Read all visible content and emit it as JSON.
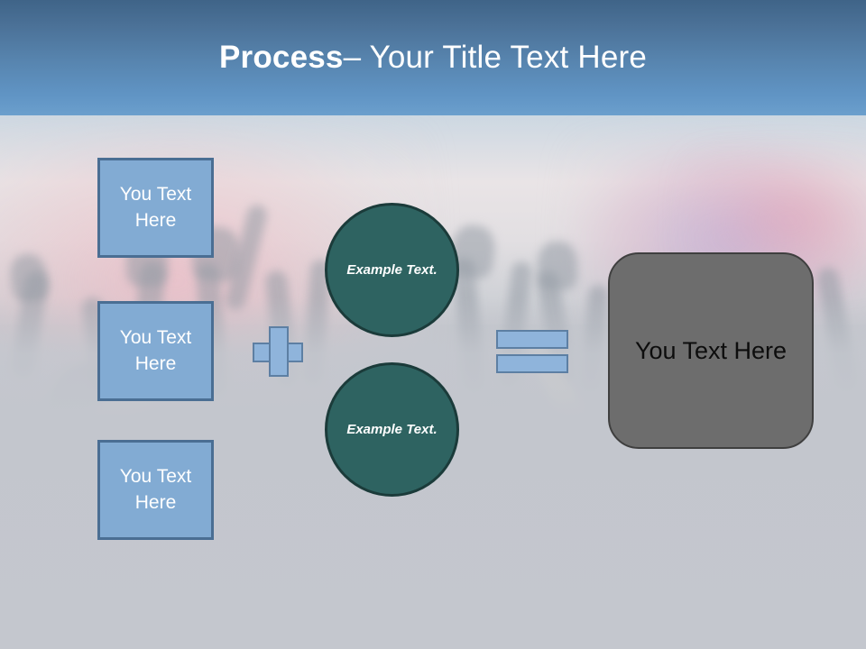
{
  "slide": {
    "title_strong": "Process ",
    "title_rest": "– Your Title Text Here"
  },
  "inputs": [
    {
      "label": "You Text Here"
    },
    {
      "label": "You Text Here"
    },
    {
      "label": "You Text Here"
    }
  ],
  "operators": {
    "plus": "+",
    "equals": "="
  },
  "circles": [
    {
      "label": "Example Text."
    },
    {
      "label": "Example Text."
    }
  ],
  "result": {
    "label": "You Text Here"
  },
  "colors": {
    "title_band_top": "#3f6488",
    "title_band_bottom": "#6b9fcd",
    "input_fill": "#82abd3",
    "input_border": "#4a6e93",
    "operator_fill": "#8fb4db",
    "operator_border": "#5d7fa3",
    "circle_fill": "#2e6361",
    "circle_border": "#1b3b3a",
    "result_fill": "#6d6d6d",
    "result_border": "#3f3f3f",
    "background_grey": "#c3c6cd"
  }
}
